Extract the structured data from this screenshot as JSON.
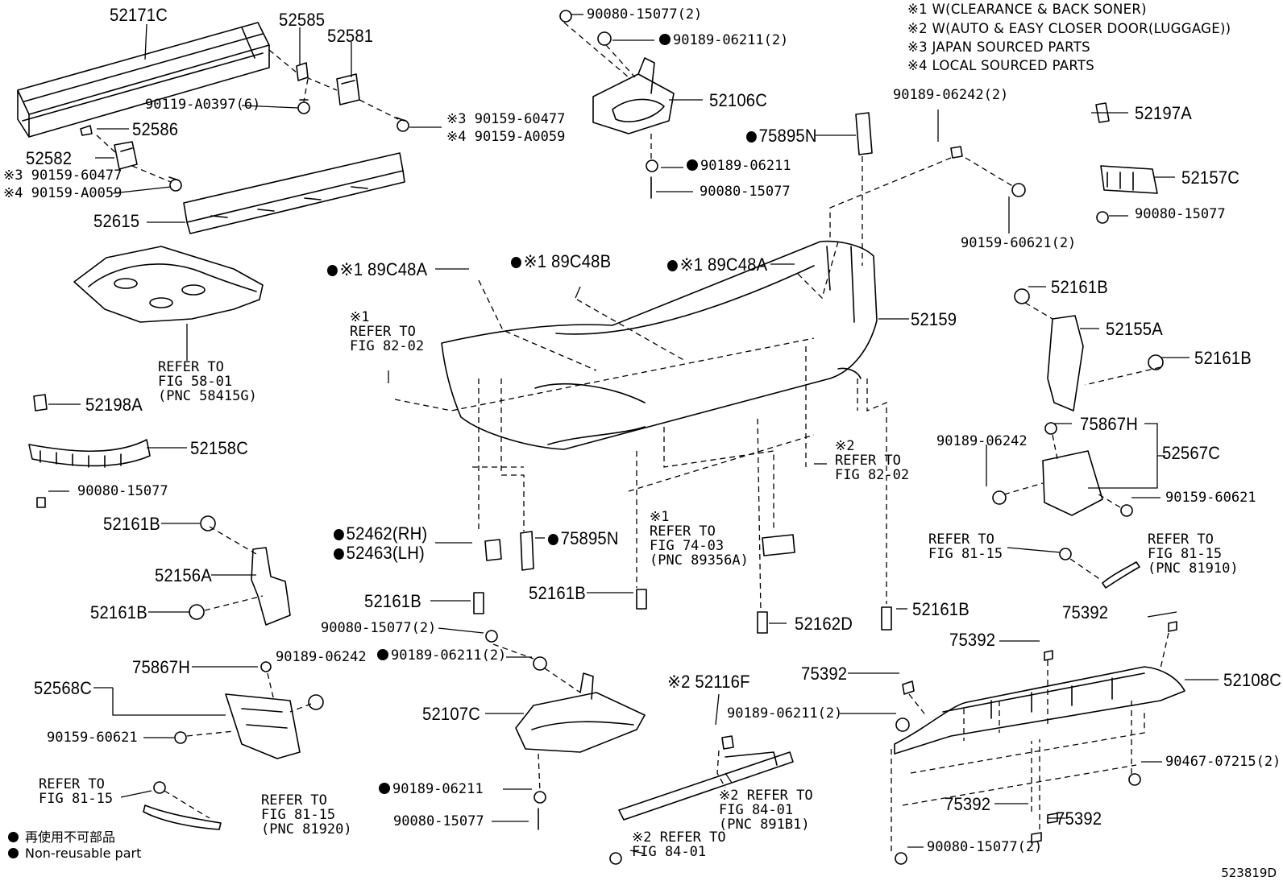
{
  "notes": [
    "※1 W(CLEARANCE & BACK SONER)",
    "※2 W(AUTO & EASY CLOSER DOOR(LUGGAGE))",
    "※3 JAPAN SOURCED PARTS",
    "※4 LOCAL SOURCED PARTS"
  ],
  "labels": {
    "l52171c": "52171C",
    "l52585": "52585",
    "l52581": "52581",
    "l90119": "90119-A0397(6)",
    "l52586": "52586",
    "l52582": "52582",
    "l52582_a": "※3 90159-60477",
    "l52582_b": "※4 90159-A0059",
    "l52581_a": "※3 90159-60477",
    "l52581_b": "※4 90159-A0059",
    "l52615": "52615",
    "lref5801": "REFER TO\nFIG 58-01\n(PNC 58415G)",
    "l52198a": "52198A",
    "l52158c": "52158C",
    "l90080_left": "90080-15077",
    "l52161b_l1": "52161B",
    "l52156a": "52156A",
    "l52161b_l2": "52161B",
    "l75867h_l": "75867H",
    "l90189_06242_l": "90189-06242",
    "l52568c": "52568C",
    "l90159_60621_l": "90159-60621",
    "lref8115_l1": "REFER TO\nFIG 81-15",
    "lref8115_l2": "REFER TO\nFIG 81-15\n(PNC 81920)",
    "top_90080_2": "90080-15077(2)",
    "top_90189_2": "90189-06211(2)",
    "l52106c": "52106C",
    "top_90189": "90189-06211",
    "top_90080": "90080-15077",
    "l75895n_top": "75895N",
    "l89c48a_1": "※1 89C48A",
    "l89c48b": "※1 89C48B",
    "l89c48a_2": "※1 89C48A",
    "lref8202_a": "※1\nREFER TO\nFIG 82-02",
    "l52159": "52159",
    "l52462": "52462(RH)",
    "l52463": "52463(LH)",
    "l75895n_mid": "75895N",
    "l52161b_m1": "52161B",
    "l52161b_m2": "52161B",
    "lref7403": "※1\nREFER TO\nFIG 74-03\n(PNC 89356A)",
    "l52162d": "52162D",
    "lref8202_b": "※2\nREFER TO\nFIG 82-02",
    "l52161b_m3": "52161B",
    "m90080_2": "90080-15077(2)",
    "m90189_2": "90189-06211(2)",
    "l52107c": "52107C",
    "m90189": "90189-06211",
    "m90080": "90080-15077",
    "l52116f": "※2 52116F",
    "lref8401_a": "※2 REFER TO\nFIG 84-01\n(PNC 891B1)",
    "lref8401_b": "※2 REFER TO\nFIG 84-01",
    "r90189_06242_2": "90189-06242(2)",
    "l52197a": "52197A",
    "l52157c": "52157C",
    "r90080": "90080-15077",
    "r90159_60621_2": "90159-60621(2)",
    "l52161b_r1": "52161B",
    "l52155a": "52155A",
    "l52161b_r2": "52161B",
    "l75867h_r": "75867H",
    "r90189_06242": "90189-06242",
    "l52567c": "52567C",
    "r90159_60621": "90159-60621",
    "lref8115_r1": "REFER TO\nFIG 81-15",
    "lref8115_r2": "REFER TO\nFIG 81-15\n(PNC 81910)",
    "l75392_a": "75392",
    "l75392_b": "75392",
    "l75392_c": "75392",
    "l52108c": "52108C",
    "r90189_2": "90189-06211(2)",
    "r90467": "90467-07215(2)",
    "l75392_d": "75392",
    "l75392_e": "75392",
    "r90080_2": "90080-15077(2)"
  },
  "legend": {
    "jp": "再使用不可部品",
    "en": "Non-reusable part"
  },
  "diagram_code": "523819D"
}
